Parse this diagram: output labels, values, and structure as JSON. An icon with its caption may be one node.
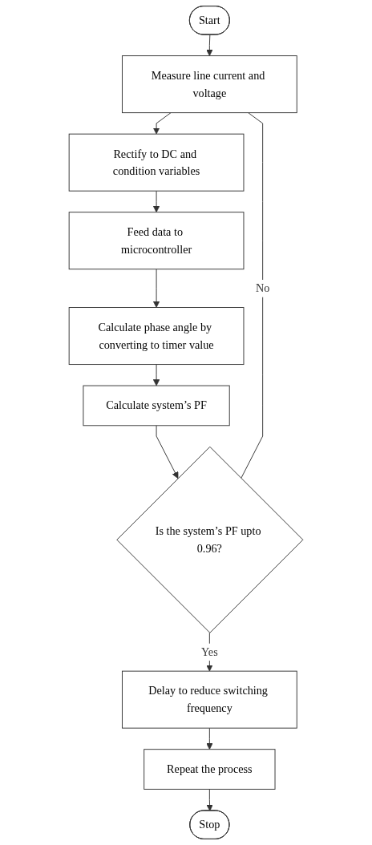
{
  "diagram": {
    "nodes": [
      {
        "text": [
          "Start"
        ]
      },
      {
        "text": [
          "Measure line current and voltage"
        ]
      },
      {
        "text": [
          "Rectify to DC and condition variables"
        ]
      },
      {
        "text": [
          "Feed data to microcontroller"
        ]
      },
      {
        "text": [
          "Calculate phase angle by converting to timer value"
        ]
      },
      {
        "text": [
          "Calculate system’s PF"
        ]
      },
      {
        "text": [
          "Is the system’s PF upto 0.96?"
        ]
      },
      {
        "text": [
          "Delay to reduce switching frequency"
        ]
      },
      {
        "text": [
          "Repeat the process"
        ]
      },
      {
        "text": [
          "Stop"
        ]
      }
    ],
    "edges": [
      {
        "from": 0,
        "to": 1,
        "arrow": "to"
      },
      {
        "from": 1,
        "to": 2,
        "arrow": "to"
      },
      {
        "from": 2,
        "to": 3,
        "arrow": "to"
      },
      {
        "from": 3,
        "to": 4,
        "arrow": "to"
      },
      {
        "from": 4,
        "to": 5,
        "arrow": "to"
      },
      {
        "from": 5,
        "to": 6,
        "arrow": "to"
      },
      {
        "from": 6,
        "to": 1,
        "arrow": "none",
        "label": "No"
      },
      {
        "from": 6,
        "to": 7,
        "arrow": "to",
        "label": "Yes"
      },
      {
        "from": 7,
        "to": 8,
        "arrow": "to"
      },
      {
        "from": 8,
        "to": 9,
        "arrow": "to"
      }
    ]
  }
}
